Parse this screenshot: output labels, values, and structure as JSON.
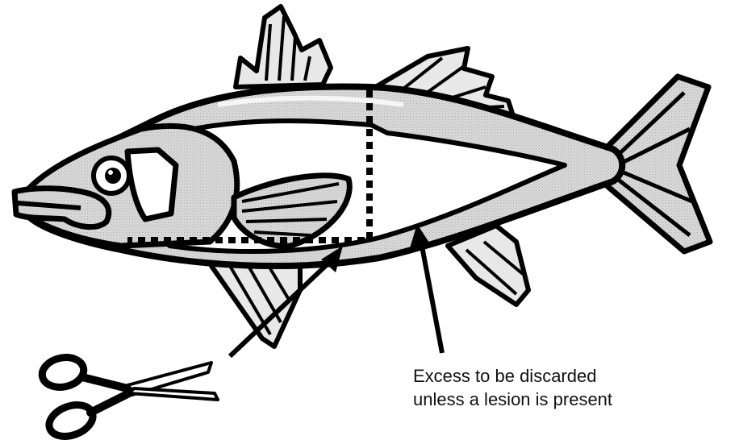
{
  "annotation": {
    "line1": "Excess to be discarded",
    "line2": "unless a lesion is present"
  },
  "colors": {
    "outline": "#000000",
    "shade": "#d2d2d2",
    "light_fin": "#e6e6e6",
    "belly": "#ffffff"
  },
  "icons": [
    "fish-illustration",
    "scissors-icon",
    "pointer-arrow"
  ]
}
